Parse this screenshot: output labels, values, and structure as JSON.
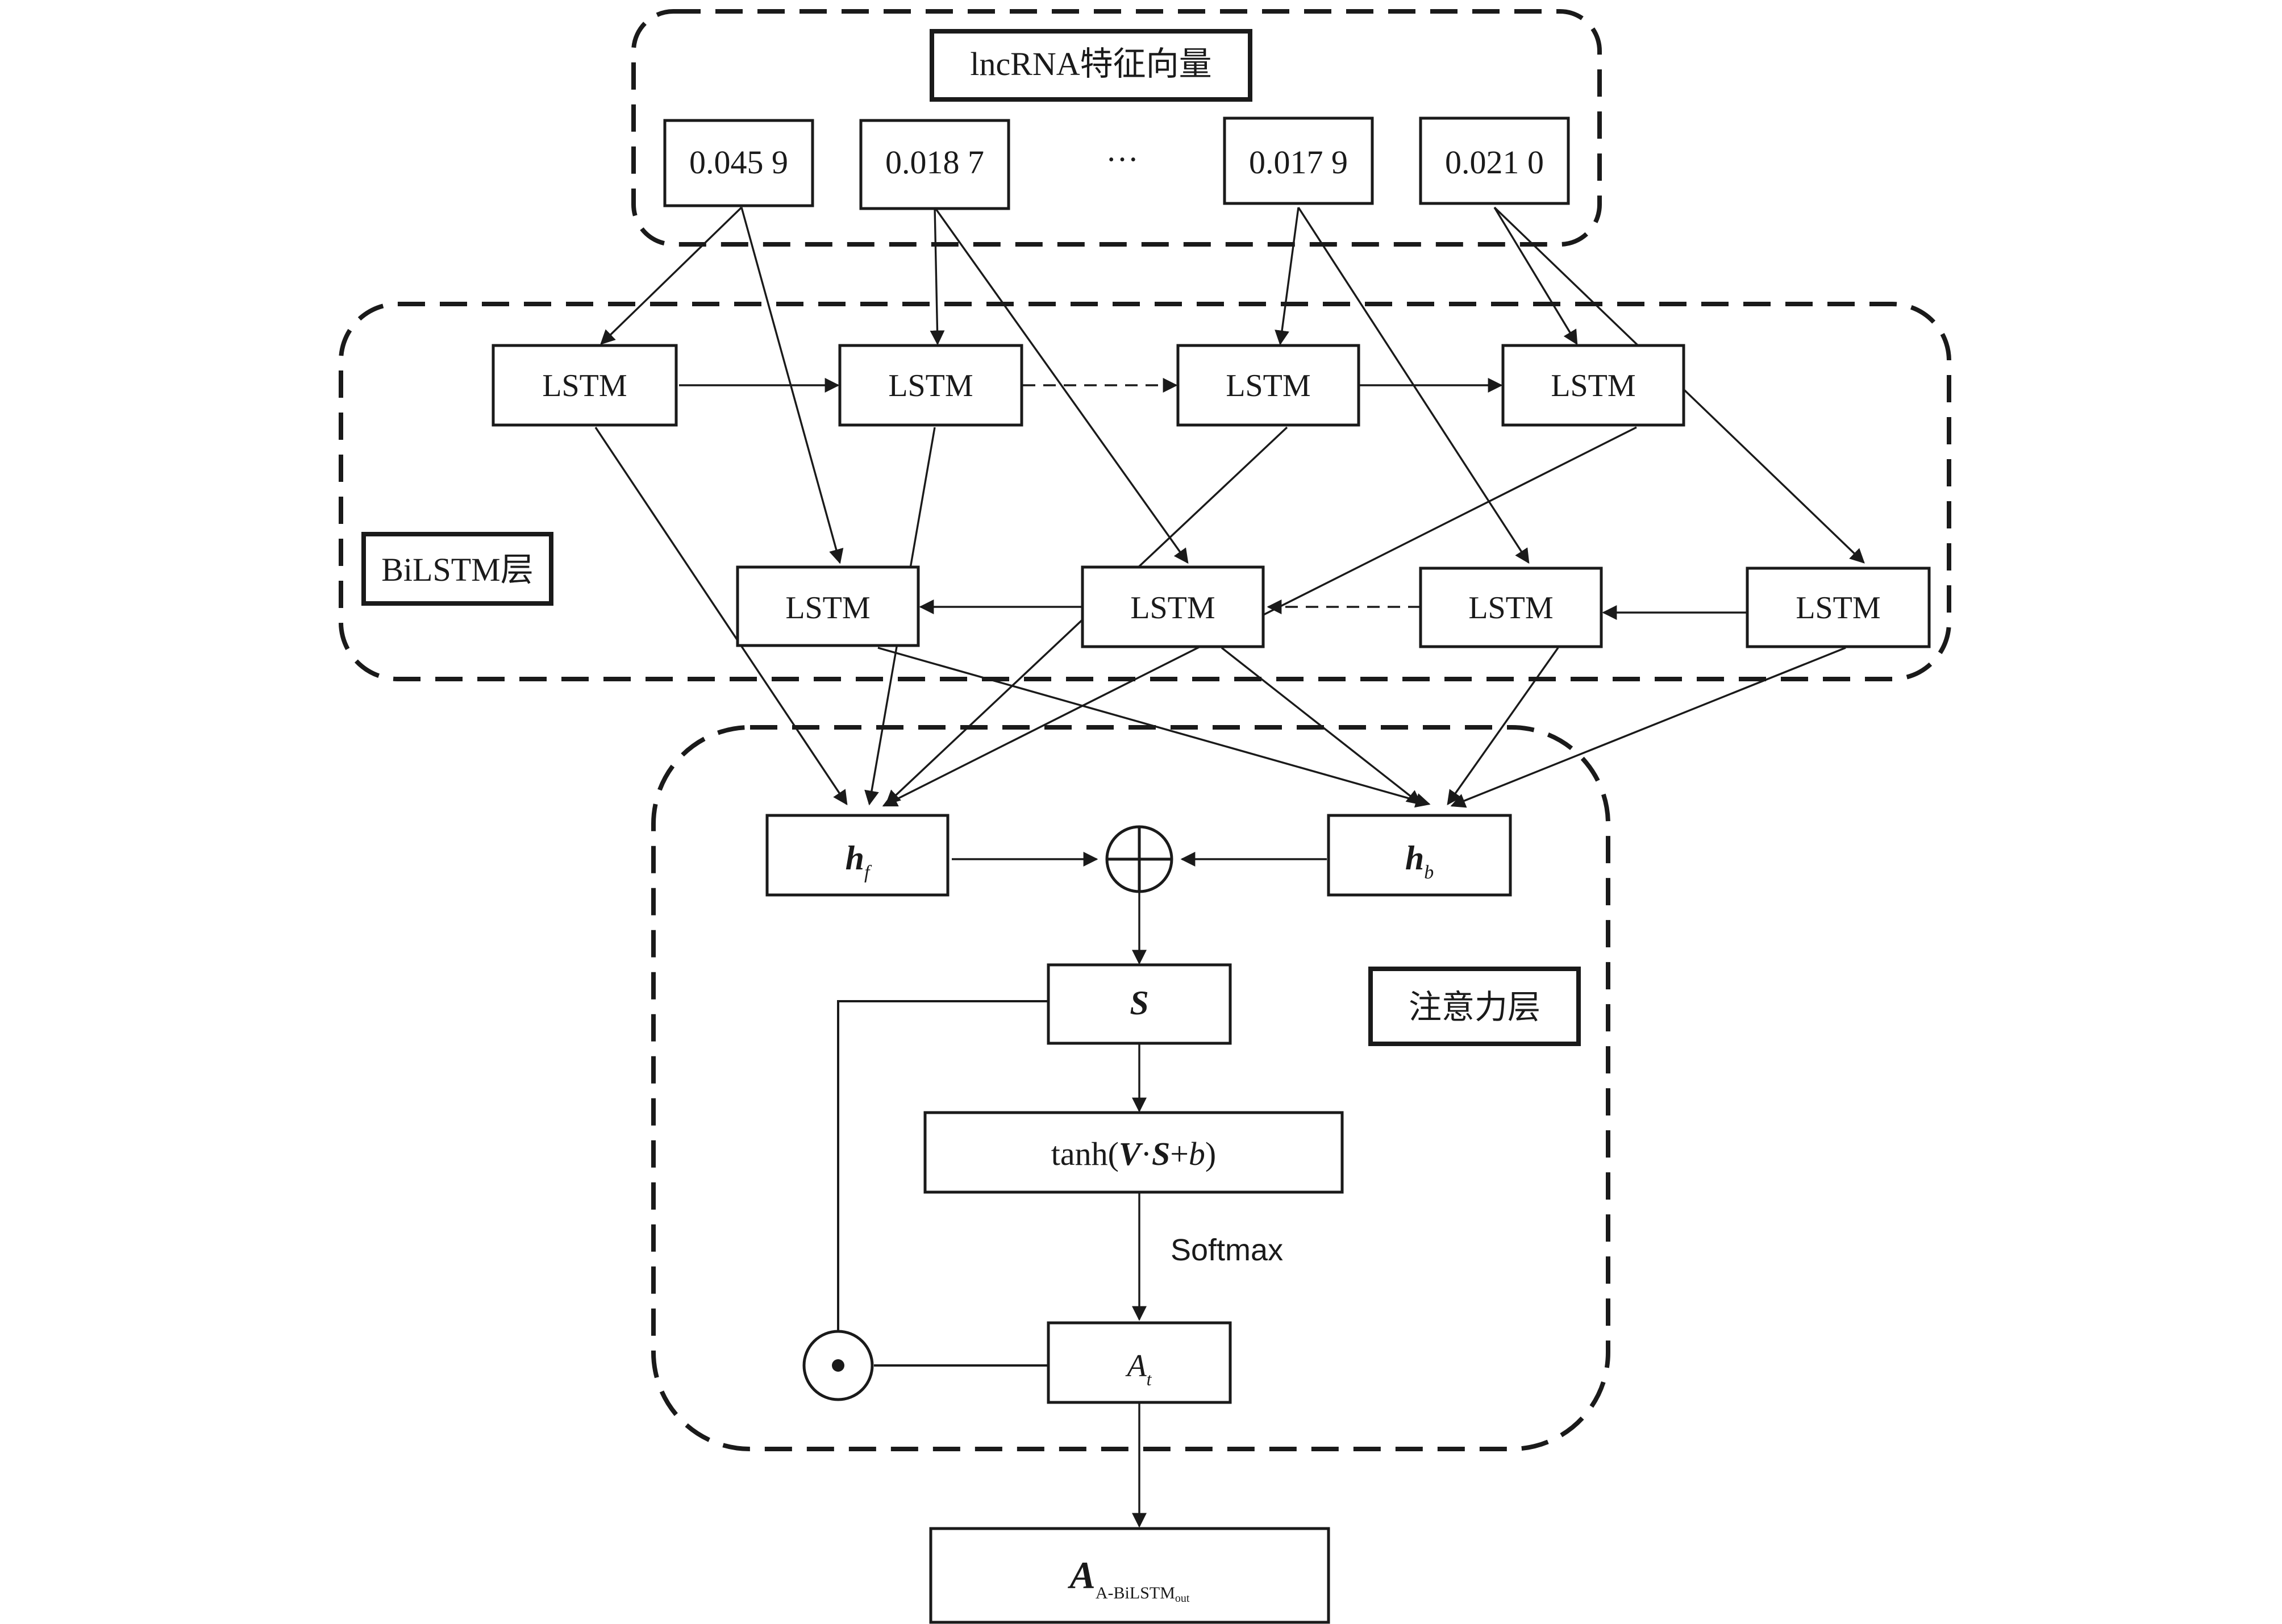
{
  "input_group": {
    "title": "lncRNA特征向量",
    "values": [
      "0.045 9",
      "0.018 7",
      "0.017 9",
      "0.021 0"
    ],
    "ellipsis": "···"
  },
  "bilstm_layer": {
    "tag": "BiLSTM层",
    "forward_cells": [
      "LSTM",
      "LSTM",
      "LSTM",
      "LSTM"
    ],
    "backward_cells": [
      "LSTM",
      "LSTM",
      "LSTM",
      "LSTM"
    ]
  },
  "attention_layer": {
    "tag": "注意力层",
    "hf": {
      "main": "h",
      "sub": "f"
    },
    "hb": {
      "main": "h",
      "sub": "b"
    },
    "concat_symbol": "⊕",
    "s_label": "S",
    "tanh": {
      "prefix": "tanh(",
      "v": "V",
      "dot": "·",
      "s": "S",
      "plus": "+",
      "b": "b",
      "suffix": ")"
    },
    "softmax_label": "Softmax",
    "at": {
      "main": "A",
      "sub": "t"
    },
    "hadamard_symbol": "⊙"
  },
  "output": {
    "main": "A",
    "sub": "A-BiLSTM",
    "subsub": "out"
  }
}
